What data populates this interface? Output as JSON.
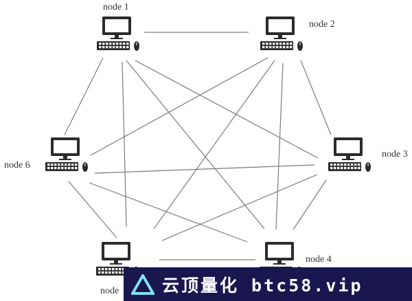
{
  "nodes": [
    {
      "id": "node-1",
      "label": "node 1"
    },
    {
      "id": "node-2",
      "label": "node 2"
    },
    {
      "id": "node-3",
      "label": "node 3"
    },
    {
      "id": "node-4",
      "label": "node 4"
    },
    {
      "id": "node-5",
      "label": "node"
    },
    {
      "id": "node-6",
      "label": "node 6"
    }
  ],
  "edges": [
    [
      "node-1",
      "node-2"
    ],
    [
      "node-1",
      "node-3"
    ],
    [
      "node-1",
      "node-4"
    ],
    [
      "node-1",
      "node-5"
    ],
    [
      "node-1",
      "node-6"
    ],
    [
      "node-2",
      "node-3"
    ],
    [
      "node-2",
      "node-4"
    ],
    [
      "node-2",
      "node-5"
    ],
    [
      "node-2",
      "node-6"
    ],
    [
      "node-3",
      "node-4"
    ],
    [
      "node-3",
      "node-5"
    ],
    [
      "node-3",
      "node-6"
    ],
    [
      "node-4",
      "node-5"
    ],
    [
      "node-4",
      "node-6"
    ],
    [
      "node-5",
      "node-6"
    ]
  ],
  "watermark": {
    "text": "云顶量化 btc58.vip",
    "logo_icon": "triangle-logo-icon"
  },
  "colors": {
    "edge": "#7a7a7a",
    "device": "#2b2b2b",
    "watermark_bg": "#1a1650"
  }
}
